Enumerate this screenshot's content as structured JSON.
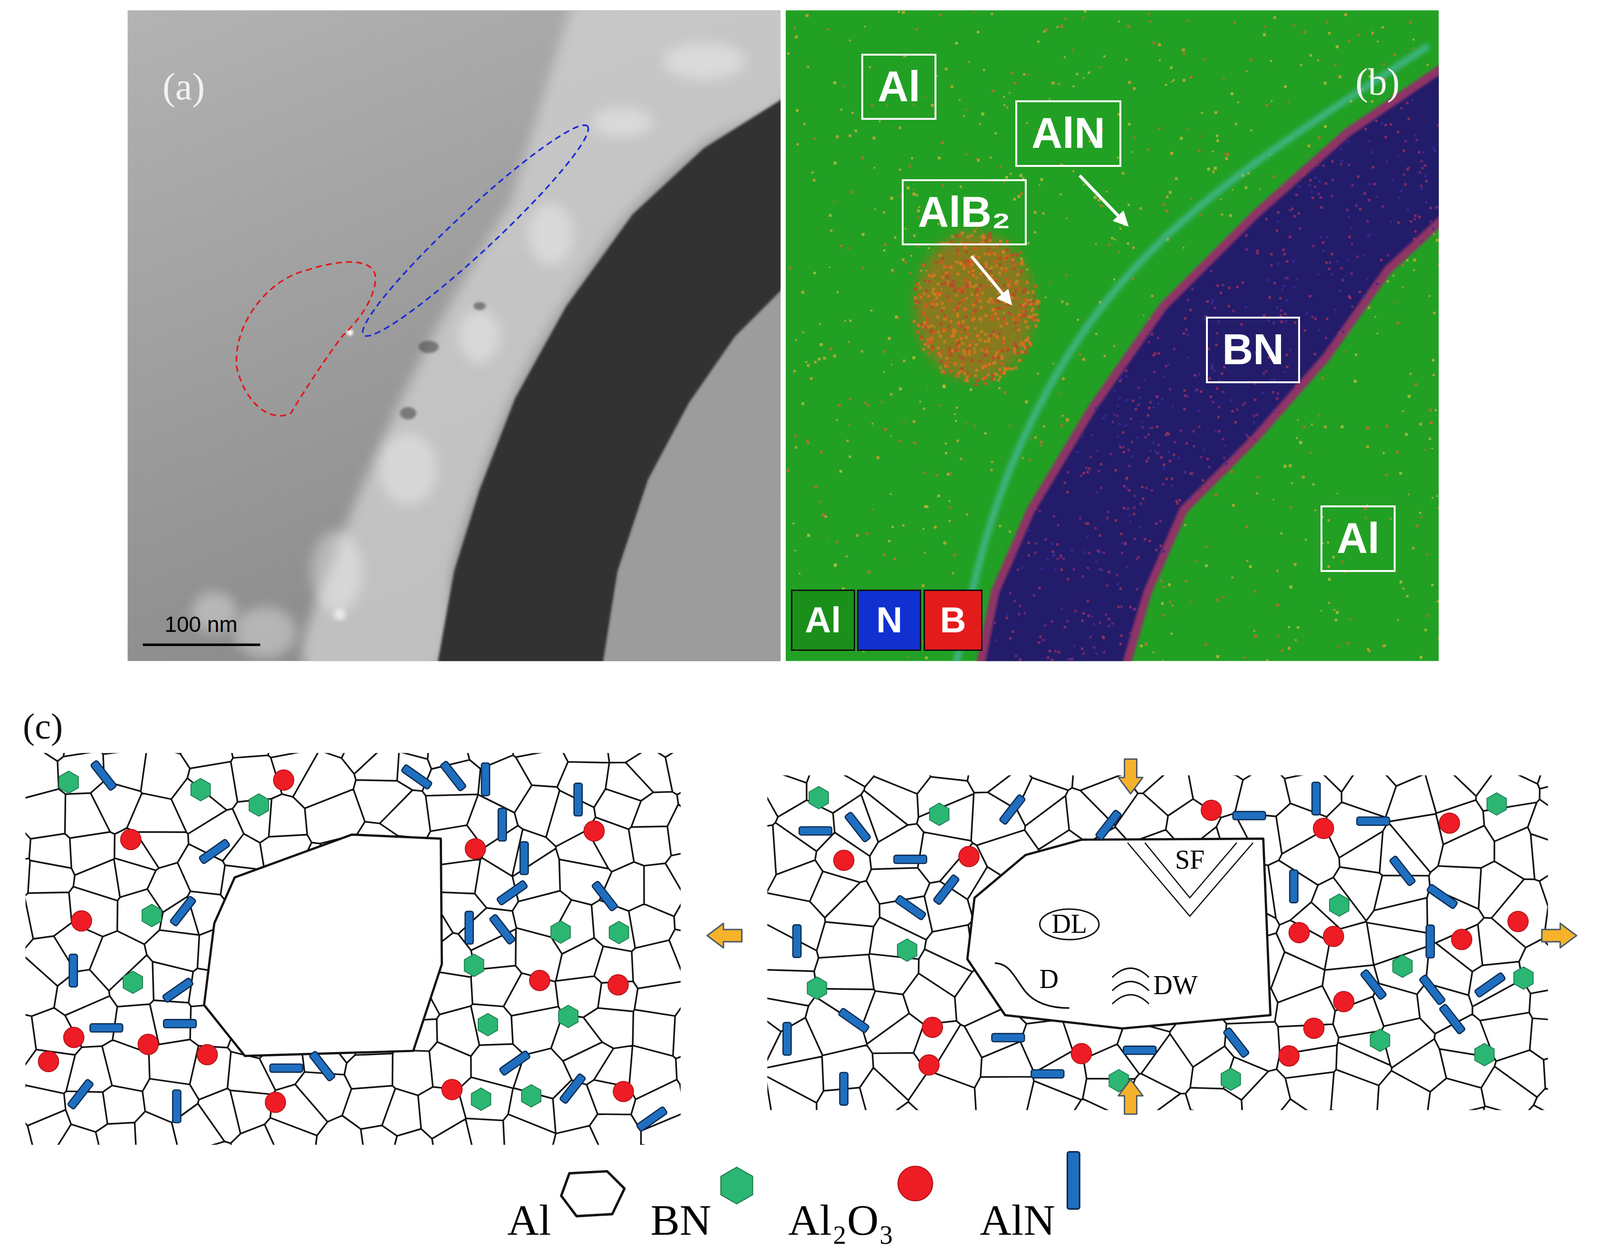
{
  "diagram": {
    "nodes": [
      {
        "text": [
          "Al"
        ]
      },
      {
        "text": [
          "AlN"
        ]
      },
      {
        "text": [
          "AlB₂"
        ]
      },
      {
        "text": [
          "BN"
        ]
      },
      {
        "text": [
          "Al"
        ]
      }
    ],
    "labels": [
      "(a)",
      "100 nm",
      "(b)",
      "(c)",
      "SF",
      "DL",
      "D",
      "DW"
    ],
    "legend": [
      {
        "text": "Al",
        "color": "#1a8f1a"
      },
      {
        "text": "N",
        "color": "#1030d0"
      },
      {
        "text": "B",
        "color": "#e41b1b"
      },
      {
        "text": "Al"
      },
      {
        "text": "BN",
        "color": "#2bb673"
      },
      {
        "text": "Al₂O₃",
        "color": "#ee1c25"
      },
      {
        "text": "AlN",
        "color": "#1f6fc0"
      }
    ]
  }
}
